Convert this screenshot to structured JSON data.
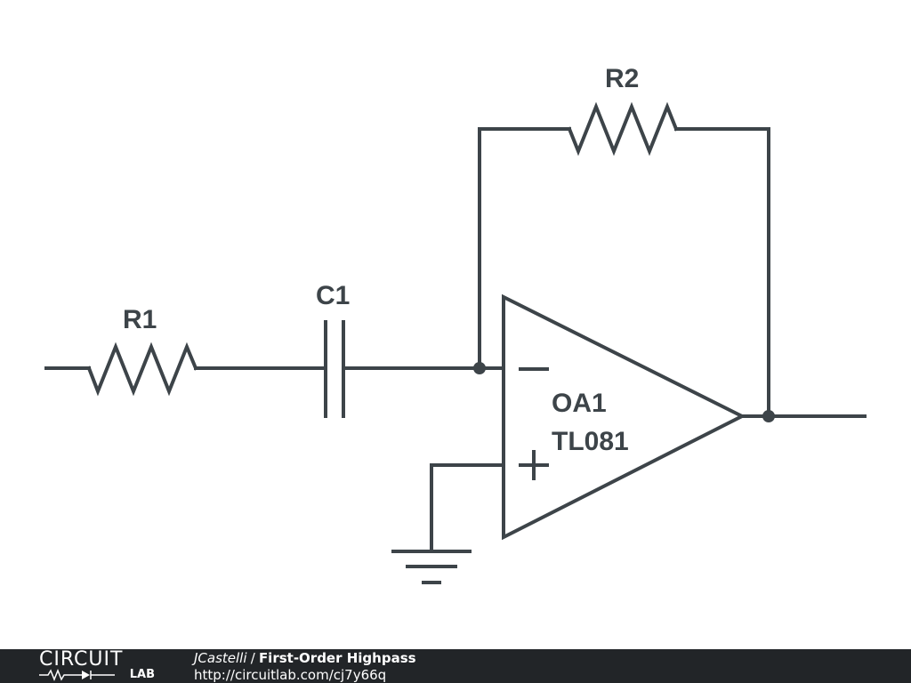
{
  "circuit": {
    "components": [
      {
        "ref": "R1",
        "type": "resistor"
      },
      {
        "ref": "C1",
        "type": "capacitor"
      },
      {
        "ref": "R2",
        "type": "resistor"
      },
      {
        "ref": "OA1",
        "part": "TL081",
        "type": "op-amp"
      }
    ],
    "opamp_inputs": {
      "inverting": "−",
      "non_inverting": "+"
    },
    "ground_symbol": "ground-icon"
  },
  "footer": {
    "logo_top": "CIRCUIT",
    "logo_bottom": "LAB",
    "author": "JCastelli",
    "separator": "/",
    "title": "First-Order Highpass",
    "url": "http://circuitlab.com/cj7y66q"
  },
  "colors": {
    "wire": "#3d4449",
    "background": "#ffffff",
    "footer_bg": "#222528",
    "footer_text": "#ffffff"
  }
}
